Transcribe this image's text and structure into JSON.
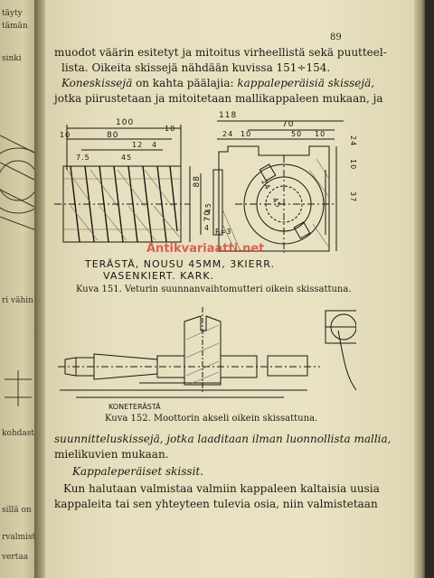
{
  "page_number": "89",
  "paragraphs": [
    "muodot väärin esitetyt ja mitoitus virheellistä sekä puutteel-",
    "lista. Oikeita skissejä nähdään kuvissa 151÷154.",
    "jotka piirustetaan ja mitoitetaan mallikappaleen mukaan, ja"
  ],
  "line3": {
    "term": "Koneskissejä",
    "middle": " on kahta päälajia: ",
    "term2": "kappaleperäisiä skissejä,"
  },
  "figure151": {
    "dimensions": [
      "100",
      "10",
      "80",
      "10",
      "12",
      "4",
      "7.5",
      "45",
      "88",
      "70",
      "118",
      "70",
      "24",
      "10",
      "50",
      "10",
      "24",
      "10",
      "45",
      "4",
      "24",
      "45",
      "R=3",
      "37"
    ],
    "label_line1": "TERÄSTÄ, NOUSU 45MM, 3KIERR.",
    "label_line2": "VASENKIERT. KARK.",
    "caption": "Kuva 151.  Veturin suunnanvaihtomutteri oikein skissattuna."
  },
  "figure152": {
    "material": "KONETERÄSTÄ",
    "caption": "Kuva 152.  Moottorin akseli oikein skissattuna."
  },
  "watermark": "Antikvariaatti.net",
  "after_fig": [
    "suunnitteluskissejä, jotka laaditaan ilman luonnollista mallia,",
    "mielikuvien mukaan."
  ],
  "section_heading": "Kappaleperäiset skissit.",
  "final_paragraph": [
    "Kun halutaan valmistaa valmiin kappaleen kaltaisia uusia",
    "kappaleita tai sen yhteyteen tulevia osia, niin valmistetaan"
  ],
  "left_fragments": [
    "täyty",
    "tämän",
    "sinki",
    "ri vähin",
    "kohdast",
    "sillä on",
    "rvalmista",
    "vertaa"
  ]
}
